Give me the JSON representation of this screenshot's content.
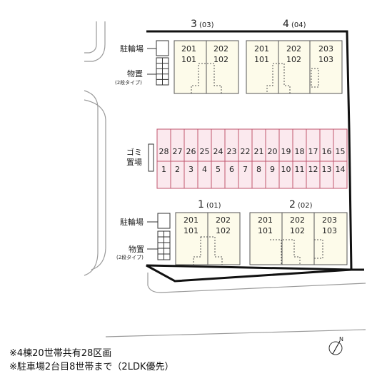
{
  "buildings": {
    "b3": {
      "num": "3",
      "code": "(03)",
      "units": [
        {
          "top": "201",
          "bottom": "101"
        },
        {
          "top": "202",
          "bottom": "102"
        }
      ]
    },
    "b4": {
      "num": "4",
      "code": "(04)",
      "units": [
        {
          "top": "201",
          "bottom": "101"
        },
        {
          "top": "202",
          "bottom": "102"
        },
        {
          "top": "203",
          "bottom": "103"
        }
      ]
    },
    "b1": {
      "num": "1",
      "code": "(01)",
      "units": [
        {
          "top": "201",
          "bottom": "101"
        },
        {
          "top": "202",
          "bottom": "102"
        }
      ]
    },
    "b2": {
      "num": "2",
      "code": "(02)",
      "units": [
        {
          "top": "201",
          "bottom": "101"
        },
        {
          "top": "202",
          "bottom": "102"
        },
        {
          "top": "203",
          "bottom": "103"
        }
      ]
    }
  },
  "parking": {
    "top_row": [
      "28",
      "27",
      "26",
      "25",
      "24",
      "23",
      "22",
      "21",
      "20",
      "19",
      "18",
      "17",
      "16",
      "15"
    ],
    "bottom_row": [
      "1",
      "2",
      "3",
      "4",
      "5",
      "6",
      "7",
      "8",
      "9",
      "10",
      "11",
      "12",
      "13",
      "14"
    ]
  },
  "labels": {
    "bike_parking": "駐輪場",
    "storage": "物置",
    "storage_sub": "(2段タイプ)",
    "garbage_1": "ゴミ",
    "garbage_2": "置場",
    "north": "N"
  },
  "notes": [
    "※4棟20世帯共有28区画",
    "※駐車場2台目8世帯まで（2LDK優先）"
  ],
  "colors": {
    "parking_fill": "#fbe9ee",
    "parking_stroke": "#c0566f",
    "lot_outline": "#111111",
    "building_fill": "#fdfbea"
  }
}
